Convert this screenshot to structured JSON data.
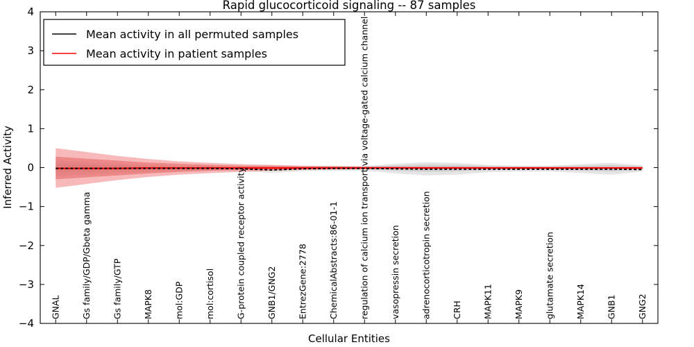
{
  "chart_data": {
    "type": "line",
    "title": "Rapid glucocorticoid signaling -- 87 samples",
    "xlabel": "Cellular Entities",
    "ylabel": "Inferred Activity",
    "ylim": [
      -4,
      4
    ],
    "yticks": [
      -4,
      -3,
      -2,
      -1,
      0,
      1,
      2,
      3,
      4
    ],
    "ytick_labels": [
      "−4",
      "−3",
      "−2",
      "−1",
      "0",
      "1",
      "2",
      "3",
      "4"
    ],
    "grid": false,
    "legend_position": "upper left",
    "legend": [
      {
        "label": "Mean activity in all permuted samples",
        "color": "#000000",
        "style": "solid"
      },
      {
        "label": "Mean activity in patient samples",
        "color": "#ff0000",
        "style": "solid"
      }
    ],
    "categories": [
      "GNAL",
      "Gs family/GDP/Gbeta gamma",
      "Gs family/GTP",
      "MAPK8",
      "mol:GDP",
      "mol:cortisol",
      "G-protein coupled receptor activity",
      "GNB1/GNG2",
      "EntrezGene:2778",
      "ChemicalAbstracts:86-01-1",
      "regulation of calcium ion transport via voltage-gated calcium channel",
      "vasopressin secretion",
      "adrenocorticotropin secretion",
      "CRH",
      "MAPK11",
      "MAPK9",
      "glutamate secretion",
      "MAPK14",
      "GNB1",
      "GNG2"
    ],
    "series": [
      {
        "name": "Mean activity in all permuted samples",
        "color": "#000000",
        "values": [
          -0.02,
          -0.02,
          -0.02,
          -0.02,
          -0.02,
          -0.02,
          -0.03,
          -0.06,
          -0.03,
          -0.02,
          -0.02,
          -0.03,
          -0.04,
          -0.04,
          -0.04,
          -0.04,
          -0.04,
          -0.04,
          -0.04,
          -0.05
        ],
        "band_outer_upper": [
          0.18,
          0.14,
          0.1,
          0.07,
          0.05,
          0.04,
          0.04,
          0.06,
          0.04,
          0.04,
          0.04,
          0.1,
          0.14,
          0.12,
          0.07,
          0.05,
          0.05,
          0.09,
          0.12,
          0.06
        ],
        "band_outer_lower": [
          -0.22,
          -0.18,
          -0.14,
          -0.11,
          -0.09,
          -0.08,
          -0.09,
          -0.14,
          -0.09,
          -0.08,
          -0.08,
          -0.15,
          -0.2,
          -0.18,
          -0.12,
          -0.1,
          -0.1,
          -0.14,
          -0.18,
          -0.1
        ]
      },
      {
        "name": "Mean activity in patient samples",
        "color": "#ff0000",
        "values": [
          -0.02,
          -0.02,
          -0.02,
          -0.01,
          -0.01,
          -0.01,
          -0.01,
          -0.01,
          -0.01,
          -0.01,
          -0.01,
          -0.01,
          -0.01,
          -0.01,
          -0.01,
          -0.01,
          -0.01,
          -0.01,
          -0.01,
          -0.01
        ],
        "band_outer_upper": [
          0.5,
          0.4,
          0.3,
          0.22,
          0.16,
          0.12,
          0.09,
          0.07,
          0.05,
          0.04,
          0.03,
          0.03,
          0.02,
          0.02,
          0.02,
          0.02,
          0.02,
          0.02,
          0.02,
          0.02
        ],
        "band_outer_lower": [
          -0.52,
          -0.42,
          -0.32,
          -0.24,
          -0.18,
          -0.14,
          -0.11,
          -0.08,
          -0.06,
          -0.05,
          -0.04,
          -0.03,
          -0.03,
          -0.03,
          -0.03,
          -0.03,
          -0.03,
          -0.03,
          -0.03,
          -0.03
        ],
        "band_inner_upper": [
          0.28,
          0.23,
          0.18,
          0.13,
          0.1,
          0.07,
          0.05,
          0.04,
          0.03,
          0.03,
          0.02,
          0.02,
          0.02,
          0.02,
          0.01,
          0.01,
          0.01,
          0.01,
          0.01,
          0.01
        ],
        "band_inner_lower": [
          -0.3,
          -0.25,
          -0.2,
          -0.15,
          -0.11,
          -0.08,
          -0.06,
          -0.05,
          -0.04,
          -0.03,
          -0.03,
          -0.02,
          -0.02,
          -0.02,
          -0.02,
          -0.02,
          -0.02,
          -0.02,
          -0.02,
          -0.02
        ]
      }
    ]
  },
  "figure": {
    "title": "Rapid glucocorticoid signaling -- 87 samples",
    "xlabel": "Cellular Entities",
    "ylabel": "Inferred Activity"
  }
}
